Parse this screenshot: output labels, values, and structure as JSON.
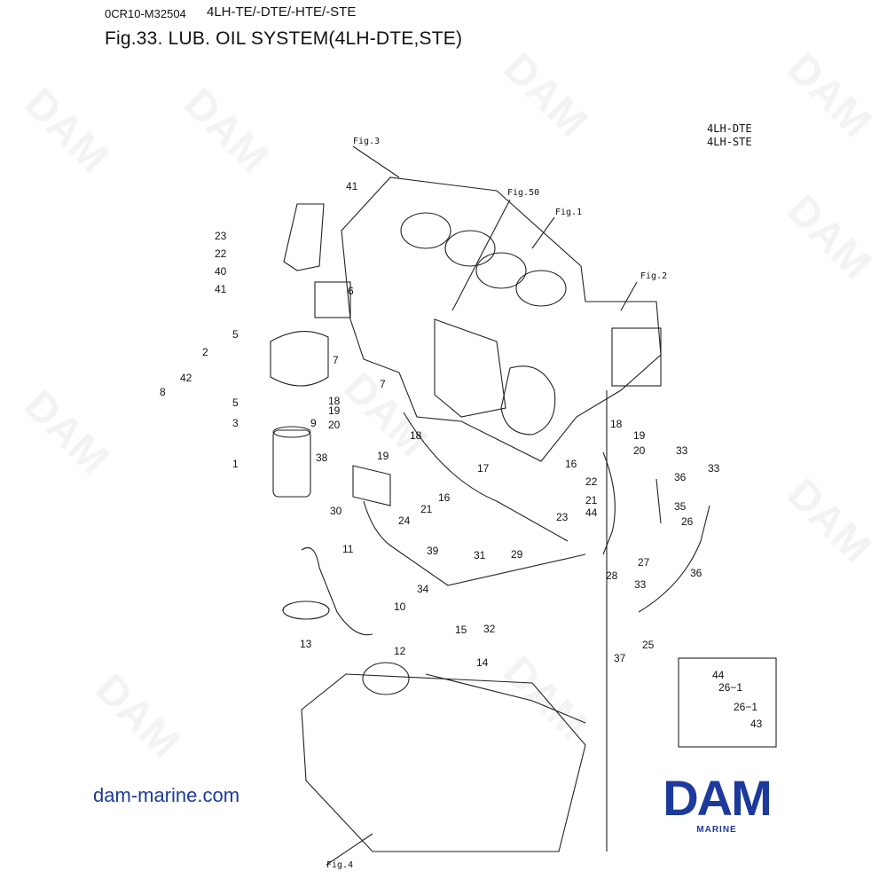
{
  "header": {
    "code": "0CR10-M32504",
    "models": "4LH-TE/-DTE/-HTE/-STE",
    "title": "Fig.33.  LUB. OIL SYSTEM(4LH-DTE,STE)"
  },
  "variant_lines": [
    "4LH-DTE",
    "4LH-STE"
  ],
  "figure_refs": [
    "Fig.3",
    "Fig.50",
    "Fig.1",
    "Fig.2",
    "Fig.4"
  ],
  "part_callouts": [
    "41",
    "23",
    "22",
    "40",
    "41",
    "6",
    "7",
    "5",
    "2",
    "7",
    "42",
    "8",
    "5",
    "3",
    "9",
    "18",
    "19",
    "20",
    "18",
    "1",
    "38",
    "19",
    "17",
    "16",
    "30",
    "24",
    "21",
    "22",
    "21",
    "44",
    "23",
    "36",
    "35",
    "26",
    "33",
    "20",
    "19",
    "18",
    "16",
    "33",
    "11",
    "39",
    "31",
    "29",
    "28",
    "27",
    "36",
    "10",
    "34",
    "32",
    "15",
    "33",
    "13",
    "12",
    "14",
    "25",
    "37",
    "44",
    "26−1",
    "26−1",
    "43"
  ],
  "watermark": "DAM",
  "site": "dam-marine.com",
  "logo": {
    "text": "DAM",
    "sub": "MARINE"
  },
  "colors": {
    "brand": "#1c3a9c",
    "line": "#222222"
  }
}
